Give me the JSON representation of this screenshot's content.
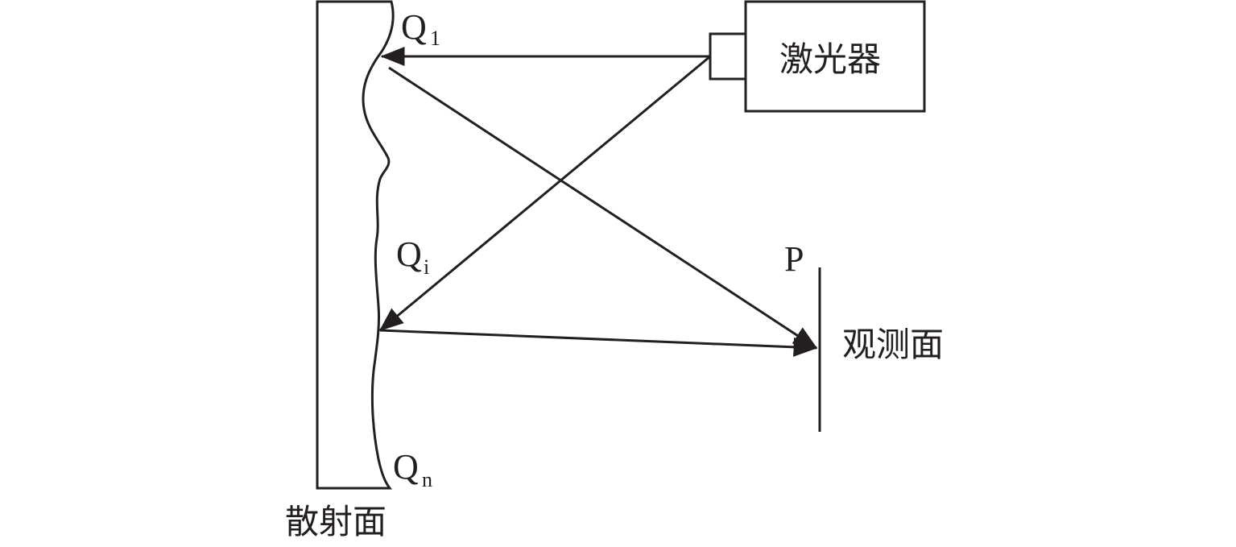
{
  "labels": {
    "laser": "激光器",
    "scatter_surface": "散射面",
    "observation_plane": "观测面",
    "point_p": "P",
    "q1_base": "Q",
    "q1_sub": "1",
    "qi_base": "Q",
    "qi_sub": "i",
    "qn_base": "Q",
    "qn_sub": "n"
  },
  "colors": {
    "stroke": "#231f20",
    "background": "#ffffff"
  }
}
